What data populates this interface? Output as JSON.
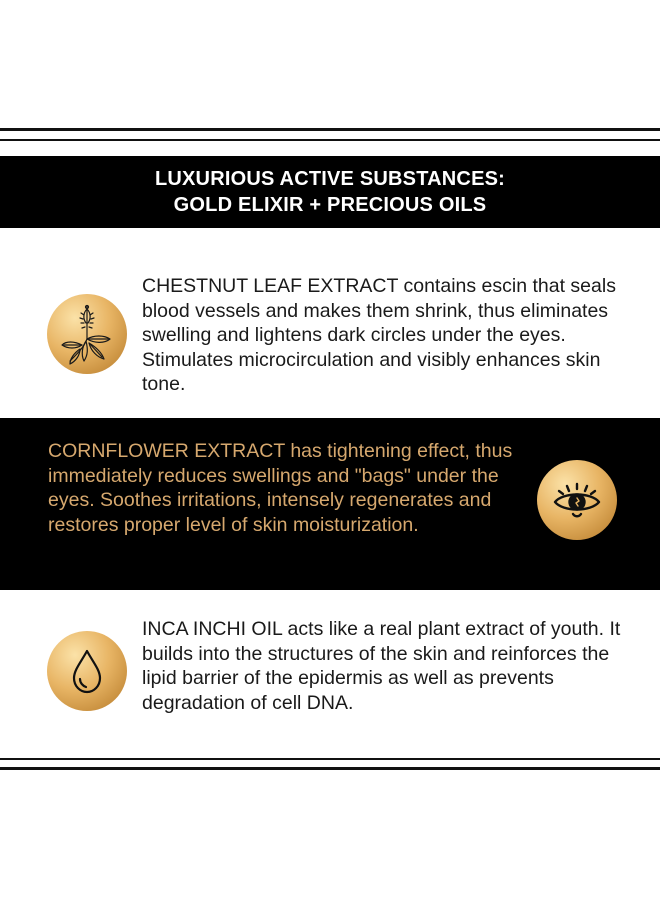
{
  "header": {
    "line1": "LUXURIOUS ACTIVE SUBSTANCES:",
    "line2": "GOLD ELIXIR + PRECIOUS OILS"
  },
  "sections": [
    {
      "text": "CHESTNUT LEAF EXTRACT contains escin that seals blood vessels and makes them shrink, thus eliminates swelling and lightens dark circles under the eyes. Stimulates microcirculation and visibly enhances skin tone.",
      "icon": "chestnut-leaf-icon"
    },
    {
      "text": "CORNFLOWER EXTRACT has tightening effect, thus immediately reduces swellings and \"bags\" under the eyes. Soothes irritations, intensely regenerates and restores proper level of skin moisturization.",
      "icon": "eye-icon"
    },
    {
      "text": "INCA INCHI OIL acts like a real plant extract of youth. It builds into the structures of the skin and reinforces the lipid barrier of the epidermis as well as prevents degradation of cell DNA.",
      "icon": "oil-drop-icon"
    }
  ],
  "colors": {
    "band": "#000000",
    "gold_text": "#d6a86e",
    "badge_gold": "#e8b565"
  }
}
